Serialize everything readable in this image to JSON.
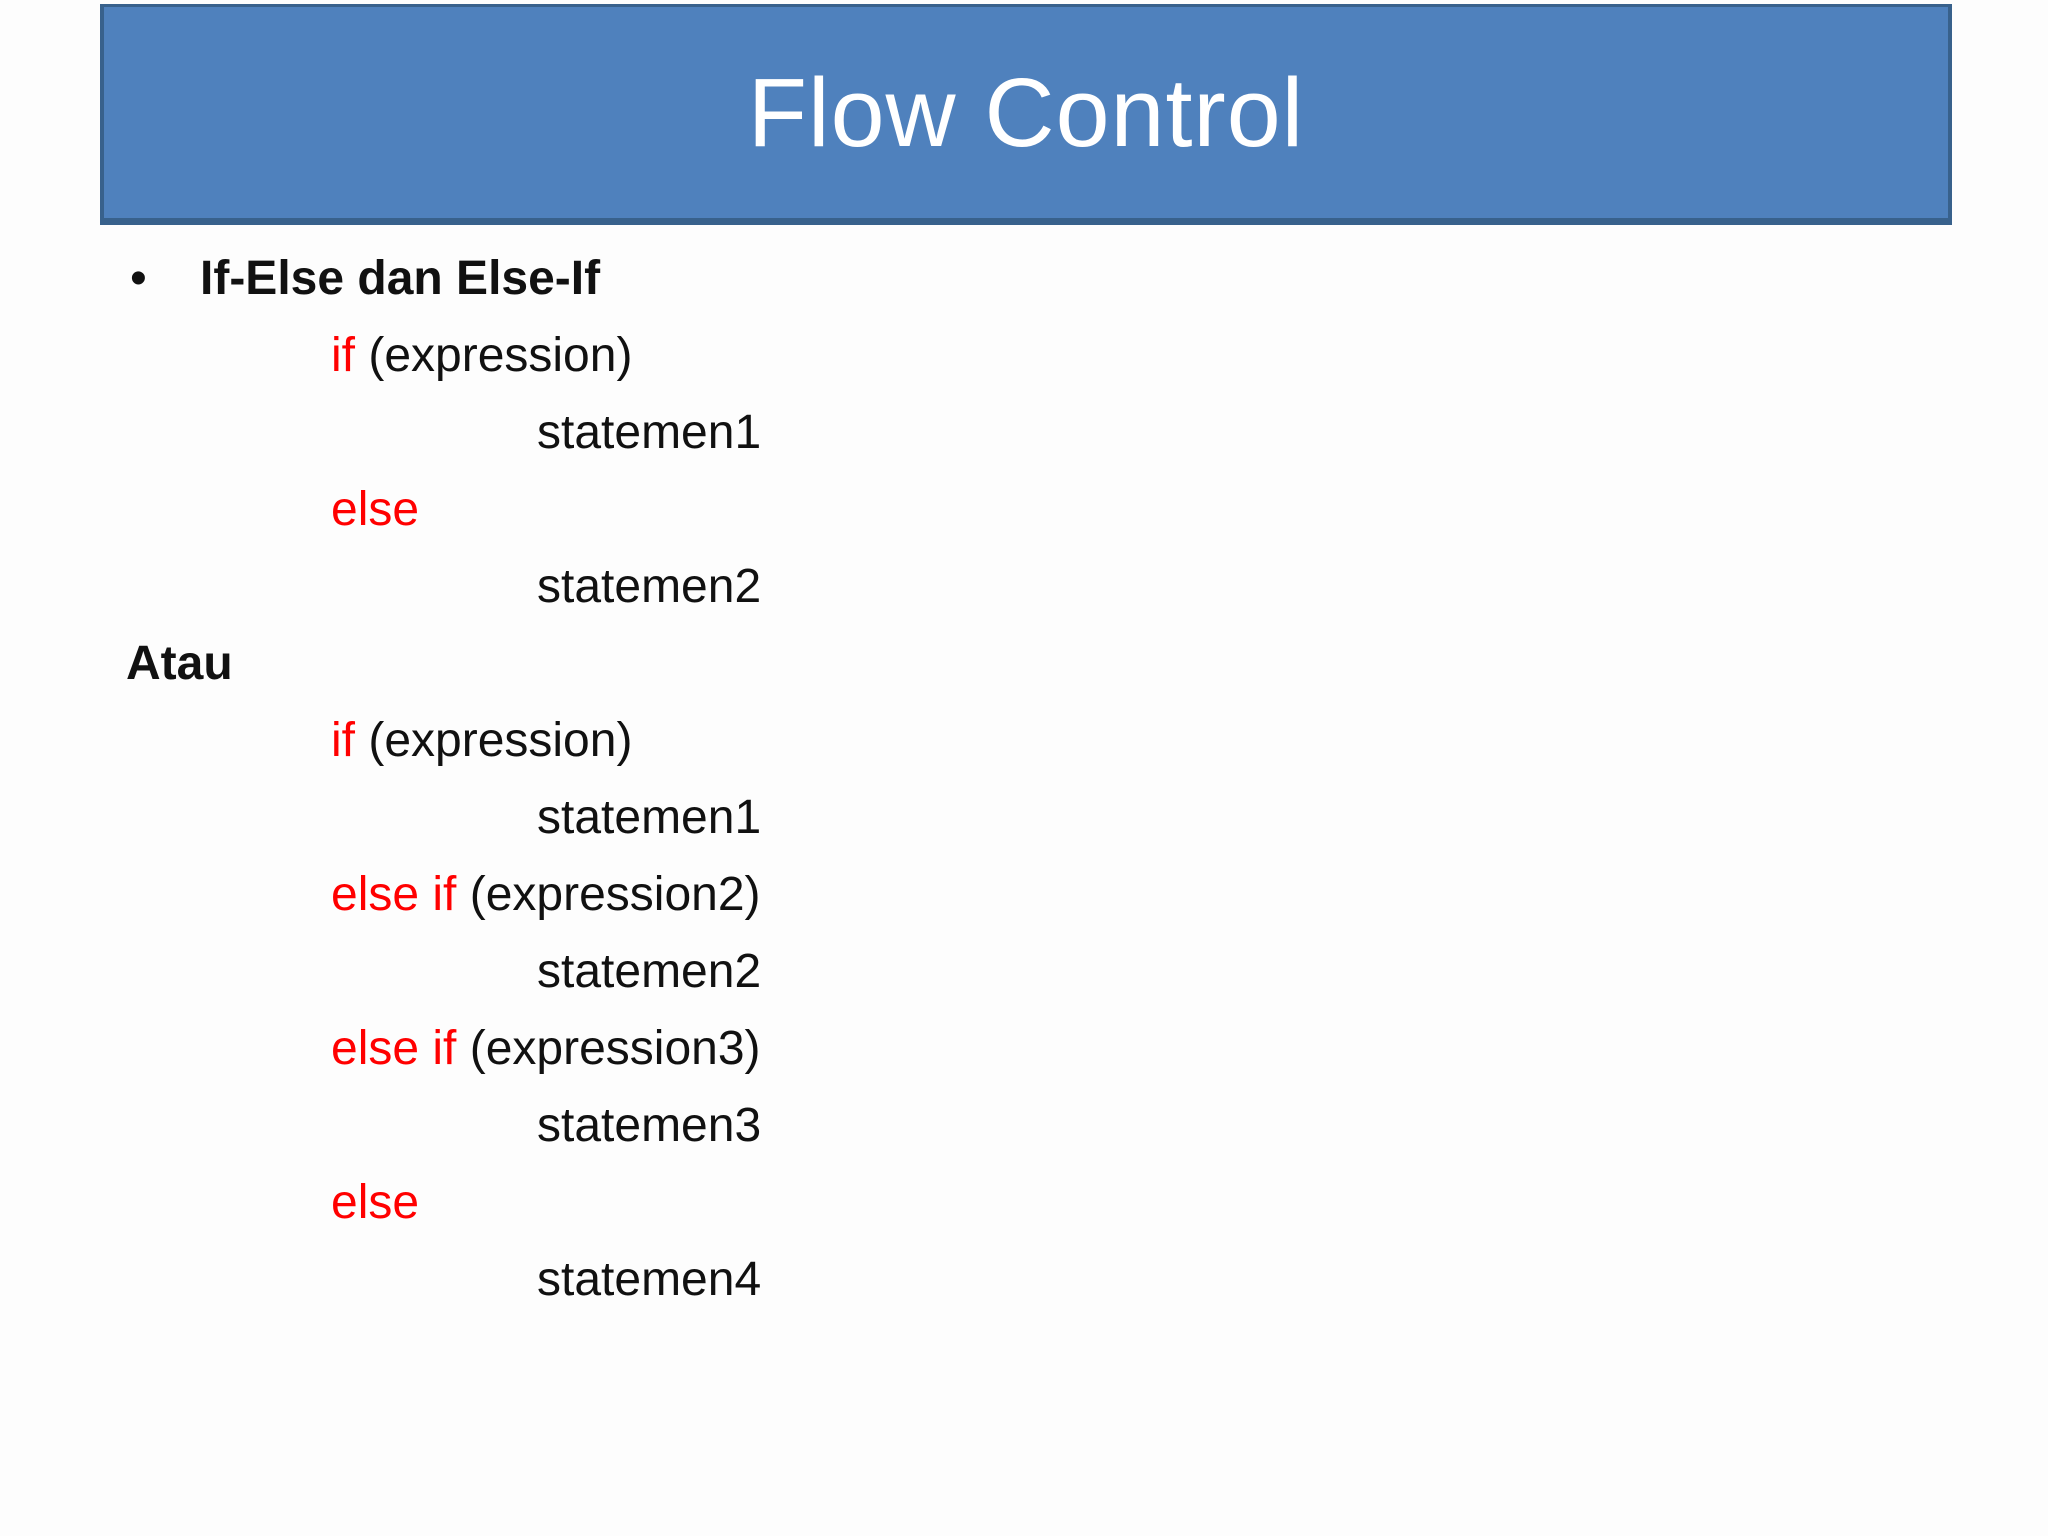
{
  "title": "Flow Control",
  "colors": {
    "background": "#FDFDFD",
    "accent_fill": "#4F81BD",
    "accent_border": "#38618C",
    "title_text": "#FFFFFF",
    "text_black": "#111111",
    "keyword_red": "#FF0000"
  },
  "content": {
    "lines": [
      {
        "type": "heading",
        "bullet": "•",
        "text": "If-Else dan Else-If"
      },
      {
        "type": "code",
        "indent": 1,
        "segments": [
          {
            "text": "if",
            "red": true
          },
          {
            "text": " (expression)",
            "red": false
          }
        ]
      },
      {
        "type": "code",
        "indent": 2,
        "segments": [
          {
            "text": "statemen1",
            "red": false
          }
        ]
      },
      {
        "type": "code",
        "indent": 1,
        "segments": [
          {
            "text": "else",
            "red": true
          }
        ]
      },
      {
        "type": "code",
        "indent": 2,
        "segments": [
          {
            "text": "statemen2",
            "red": false
          }
        ]
      },
      {
        "type": "label",
        "text": "Atau"
      },
      {
        "type": "code",
        "indent": 1,
        "segments": [
          {
            "text": "if",
            "red": true
          },
          {
            "text": " (expression)",
            "red": false
          }
        ]
      },
      {
        "type": "code",
        "indent": 2,
        "segments": [
          {
            "text": "statemen1",
            "red": false
          }
        ]
      },
      {
        "type": "code",
        "indent": 1,
        "segments": [
          {
            "text": "else if",
            "red": true
          },
          {
            "text": " (expression2)",
            "red": false
          }
        ]
      },
      {
        "type": "code",
        "indent": 2,
        "segments": [
          {
            "text": "statemen2",
            "red": false
          }
        ]
      },
      {
        "type": "code",
        "indent": 1,
        "segments": [
          {
            "text": "else if",
            "red": true
          },
          {
            "text": " (expression3)",
            "red": false
          }
        ]
      },
      {
        "type": "code",
        "indent": 2,
        "segments": [
          {
            "text": "statemen3",
            "red": false
          }
        ]
      },
      {
        "type": "code",
        "indent": 1,
        "segments": [
          {
            "text": "else",
            "red": true
          }
        ]
      },
      {
        "type": "code",
        "indent": 2,
        "segments": [
          {
            "text": "statemen4",
            "red": false
          }
        ]
      }
    ]
  }
}
